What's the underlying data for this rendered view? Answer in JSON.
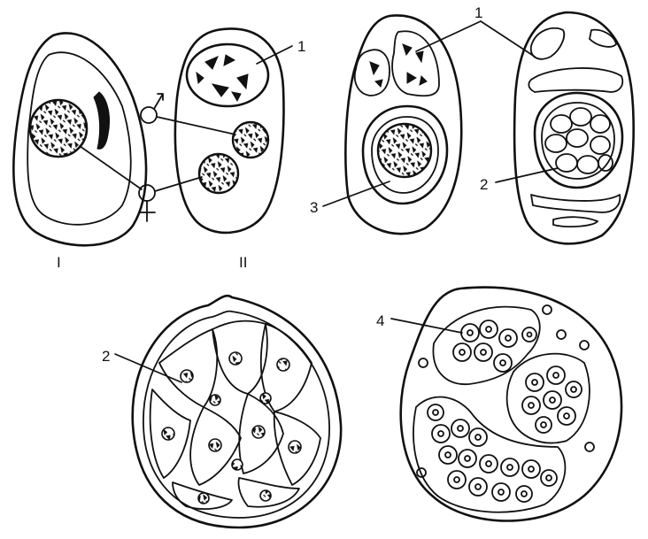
{
  "roman_labels": {
    "first": "I",
    "second": "II"
  },
  "numbers": {
    "one": "1",
    "two": "2",
    "three": "3",
    "four": "4"
  },
  "symbols": {
    "male": "♂",
    "female": "♀"
  }
}
